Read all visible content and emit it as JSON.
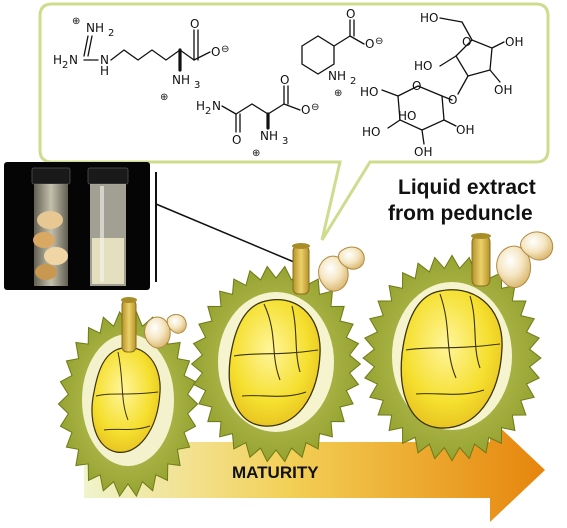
{
  "caption": {
    "line1": "Liquid extract",
    "line2": "from peduncle"
  },
  "arrow_label": "MATURITY",
  "chem": {
    "nh2": "NH",
    "nh3": "NH",
    "n2": "N",
    "h": "H",
    "o": "O",
    "oh": "OH",
    "ho": "HO",
    "h2n": "H",
    "plus": "⊕",
    "minus": "⊖",
    "sub2": "2",
    "sub3": "3"
  },
  "colors": {
    "callout_border": "#cfdc8e",
    "arrow_start": "#ecf2c4",
    "arrow_end": "#e88a10",
    "husk": "#a6b434",
    "flesh": "#f5e23a",
    "stem": "#d6b33c"
  }
}
